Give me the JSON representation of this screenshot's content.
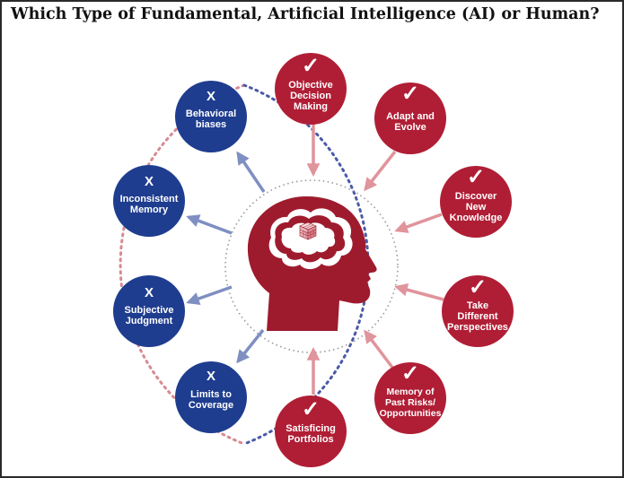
{
  "title": "Which Type of Fundamental, Artificial Intelligence (AI) or Human?",
  "colors": {
    "ai": "#b01e35",
    "human": "#1f3d8f",
    "ai_arrow": "#e0949c",
    "human_arrow": "#7f8fc2",
    "ai_dots": "#d78a92",
    "human_dots": "#4a5aa8",
    "head": "#9e1b2d"
  },
  "center": {
    "icon": "brain-head-icon",
    "chip_icon": "cube-chip-icon"
  },
  "ai_nodes": [
    {
      "mark": "✓",
      "lines": [
        "Objective",
        "Decision",
        "Making"
      ]
    },
    {
      "mark": "✓",
      "lines": [
        "Adapt and",
        "Evolve"
      ]
    },
    {
      "mark": "✓",
      "lines": [
        "Discover",
        "New",
        "Knowledge"
      ]
    },
    {
      "mark": "✓",
      "lines": [
        "Take",
        "Different",
        "Perspectives"
      ]
    },
    {
      "mark": "✓",
      "lines": [
        "Memory of",
        "Past Risks/",
        "Opportunities"
      ]
    },
    {
      "mark": "✓",
      "lines": [
        "Satisficing",
        "Portfolios"
      ]
    }
  ],
  "human_nodes": [
    {
      "mark": "X",
      "lines": [
        "Behavioral",
        "biases"
      ]
    },
    {
      "mark": "X",
      "lines": [
        "Inconsistent",
        "Memory"
      ]
    },
    {
      "mark": "X",
      "lines": [
        "Subjective",
        "Judgment"
      ]
    },
    {
      "mark": "X",
      "lines": [
        "Limits to",
        "Coverage"
      ]
    }
  ]
}
